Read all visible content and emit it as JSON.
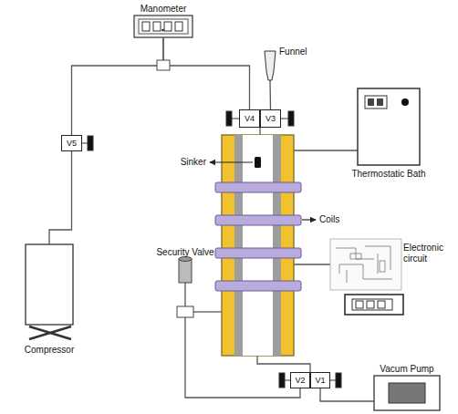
{
  "diagram": {
    "nodes": [
      {
        "text": [
          "Manometer"
        ]
      },
      {
        "text": [
          "Funnel"
        ]
      },
      {
        "text": [
          "V4"
        ]
      },
      {
        "text": [
          "V3"
        ]
      },
      {
        "text": [
          "V5"
        ]
      },
      {
        "text": [
          "Thermostatic Bath"
        ]
      },
      {
        "text": [
          "Electronic circuit"
        ]
      },
      {
        "text": [
          "Security Valve"
        ]
      },
      {
        "text": [
          "Compressor"
        ]
      },
      {
        "text": [
          "V2"
        ]
      },
      {
        "text": [
          "V1"
        ]
      },
      {
        "text": [
          "Vacum Pump"
        ]
      }
    ],
    "edges": [
      {
        "from": 0,
        "to": 4,
        "arrow": "none"
      },
      {
        "from": 0,
        "to": 2,
        "arrow": "none"
      },
      {
        "from": 4,
        "to": 8,
        "arrow": "none"
      },
      {
        "from": 1,
        "to": 3,
        "arrow": "none"
      },
      {
        "from": 7,
        "to": 9,
        "arrow": "none"
      },
      {
        "from": 10,
        "to": 11,
        "arrow": "none"
      }
    ],
    "labels": [
      "Sinker",
      "Coils"
    ]
  }
}
